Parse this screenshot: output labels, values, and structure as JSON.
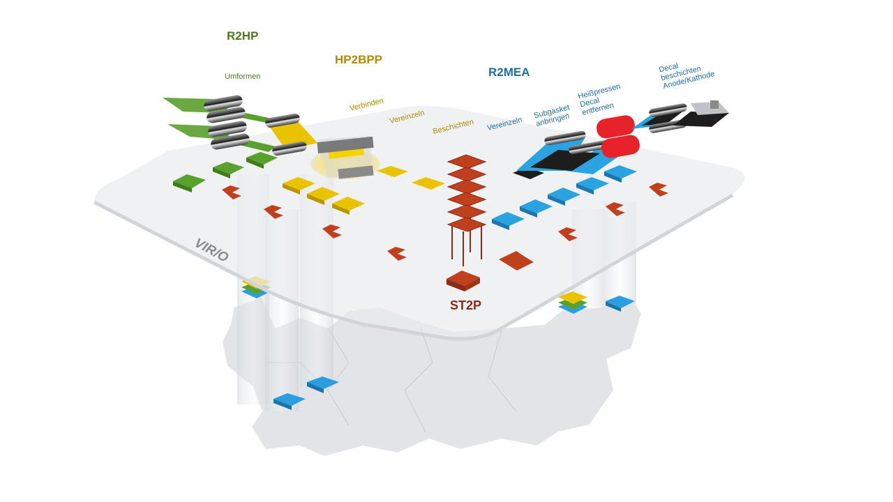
{
  "sections": {
    "r2hp": {
      "title": "R2HP",
      "steps": [
        "Umformen"
      ],
      "color": "#5aa02c"
    },
    "hp2bpp": {
      "title": "HP2BPP",
      "steps": [
        "Verbinden",
        "Vereinzeln",
        "Beschichten"
      ],
      "color": "#e9c200"
    },
    "r2mea": {
      "title": "R2MEA",
      "steps": [
        "Vereinzeln",
        "Subgasket anbringen",
        "Heißpressen Decal entfernen",
        "Decal beschichten Anode/Kathode"
      ],
      "color": "#2aa3e0"
    },
    "st2p": {
      "title": "ST2P",
      "color": "#c0401e"
    }
  },
  "logo": "VIR/O",
  "colors": {
    "red_press": "#e8222a",
    "platform": "#e9ebee",
    "map": "#e2e4e7"
  }
}
